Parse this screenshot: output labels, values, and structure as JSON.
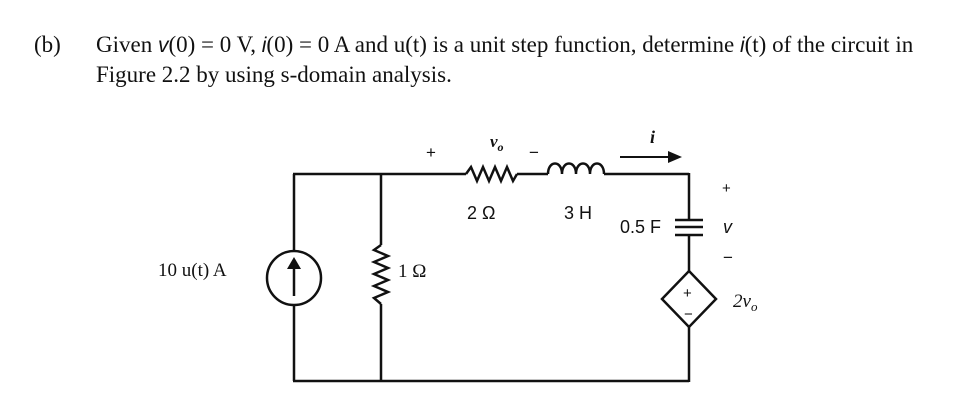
{
  "problem": {
    "label": "(b)",
    "t1": "Given ",
    "v_name": "v",
    "t2": "(0) = 0 V, ",
    "i_name": "i",
    "t3": "(0) = 0 A and u(t) is a unit step function, determine ",
    "i2_name": "i",
    "t4": "(t) of the circuit in Figure 2.2 by using s-domain analysis."
  },
  "circuit": {
    "source_label": "10 u(t) A",
    "shunt_resistor": "1 Ω",
    "series_resistor": "2 Ω",
    "inductor": "3 H",
    "capacitor": "0.5 F",
    "vo_label": "v",
    "vo_sub": "o",
    "vo_plus": "+",
    "vo_minus": "−",
    "current_label": "i",
    "cap_v_label": "v",
    "cap_plus": "+",
    "cap_minus": "−",
    "dep_src_coef": "2v",
    "dep_src_sub": "o",
    "dep_plus": "+",
    "dep_minus": "−"
  }
}
